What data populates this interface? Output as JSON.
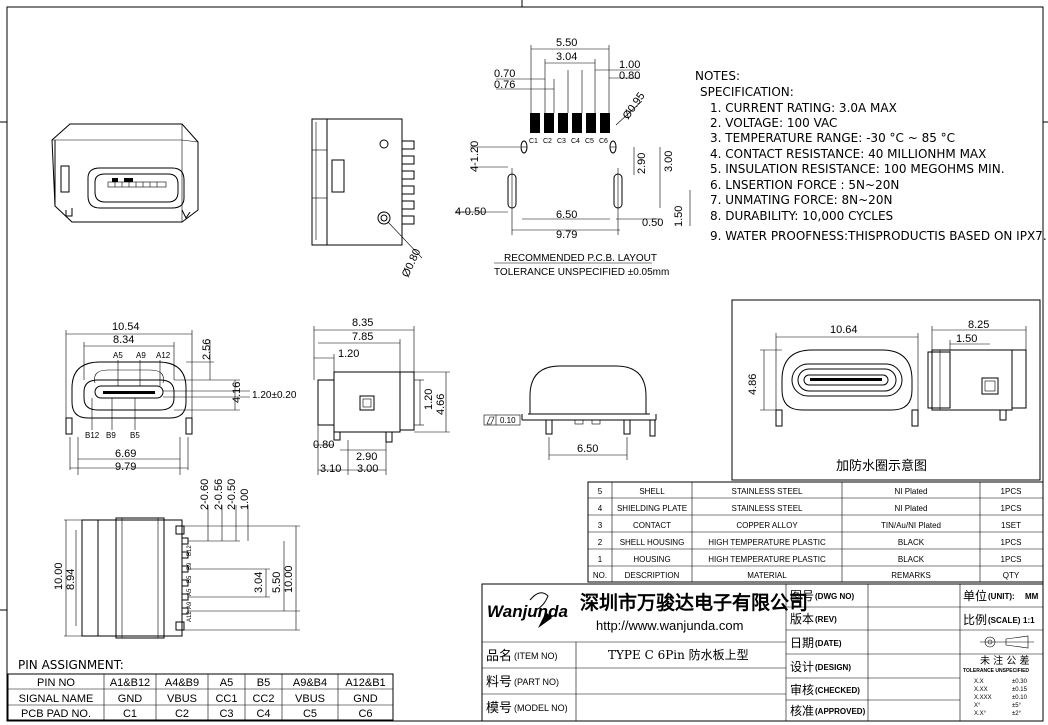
{
  "notes": {
    "heading": "NOTES:",
    "spec_label": "SPECIFICATION:",
    "items": [
      "1. CURRENT RATING: 3.0A MAX",
      "2. VOLTAGE: 100 VAC",
      "3. TEMPERATURE RANGE: -30 °C ~ 85 °C",
      "4. CONTACT RESISTANCE: 40 MILLIONHM MAX",
      "5. INSULATION RESISTANCE: 100 MEGOHMS MIN.",
      "6. LNSERTION FORCE : 5N~20N",
      "7. UNMATING FORCE: 8N~20N",
      "8. DURABILITY: 10,000 CYCLES",
      "9. WATER PROOFNESS:THISPRODUCTIS BASED ON IPX7."
    ]
  },
  "pcb_layout": {
    "title": "RECOMMENDED P.C.B. LAYOUT",
    "tolerance": "TOLERANCE UNSPECIFIED ±0.05mm",
    "dims": {
      "d550": "5.50",
      "d304": "3.04",
      "d100": "1.00",
      "d070": "0.70",
      "d080": "0.80",
      "d076": "0.76",
      "dia095": "Ø0.95",
      "d4_120": "4-1.20",
      "d290": "2.90",
      "d300": "3.00",
      "d4_050": "4-0.50",
      "d650": "6.50",
      "d050": "0.50",
      "d150": "1.50",
      "d979": "9.79"
    },
    "pads": [
      "C1",
      "C2",
      "C3",
      "C4",
      "C5",
      "C6"
    ]
  },
  "side_view": {
    "dia080": "Ø0.80"
  },
  "front_view": {
    "dims": {
      "d1054": "10.54",
      "d834": "8.34",
      "d256": "2.56",
      "d416": "4.16",
      "d120t": "1.20±0.20",
      "d669": "6.69",
      "d979": "9.79"
    },
    "top_pins": [
      "A5",
      "A9",
      "A12"
    ],
    "bottom_pins": [
      "B12",
      "B9",
      "B5"
    ]
  },
  "side2_view": {
    "dims": {
      "d835": "8.35",
      "d785": "7.85",
      "d120": "1.20",
      "d120v": "1.20",
      "d466": "4.66",
      "d080": "0.80",
      "d290": "2.90",
      "d310": "3.10",
      "d300": "3.00"
    }
  },
  "angled_view": {
    "flatness": "0.10",
    "d650": "6.50"
  },
  "waterproof_view": {
    "dims": {
      "d1064": "10.64",
      "d825": "8.25",
      "d150": "1.50",
      "d486": "4.86"
    },
    "caption": "加防水圈示意图"
  },
  "bottom_view": {
    "dims": {
      "d2_060": "2-0.60",
      "d2_056": "2-0.56",
      "d2_050": "2-0.50",
      "d100": "1.00",
      "d1000": "10.00",
      "d894": "8.94",
      "d304": "3.04",
      "d550": "5.50",
      "d1000r": "10.00"
    },
    "pin_labels": [
      "B12",
      "B9",
      "B5",
      "A5",
      "A9",
      "A12"
    ]
  },
  "pin_assignment": {
    "title": "PIN ASSIGNMENT:",
    "rows": [
      [
        "PIN NO",
        "A1&B12",
        "A4&B9",
        "A5",
        "B5",
        "A9&B4",
        "A12&B1"
      ],
      [
        "SIGNAL NAME",
        "GND",
        "VBUS",
        "CC1",
        "CC2",
        "VBUS",
        "GND"
      ],
      [
        "PCB PAD NO.",
        "C1",
        "C2",
        "C3",
        "C4",
        "C5",
        "C6"
      ]
    ]
  },
  "bom": {
    "rows": [
      [
        "5",
        "SHELL",
        "STAINLESS STEEL",
        "NI Plated",
        "1PCS"
      ],
      [
        "4",
        "SHIELDING PLATE",
        "STAINLESS STEEL",
        "NI Plated",
        "1PCS"
      ],
      [
        "3",
        "CONTACT",
        "COPPER ALLOY",
        "TIN/Au/NI Plated",
        "1SET"
      ],
      [
        "2",
        "SHELL HOUSING",
        "HIGH TEMPERATURE PLASTIC",
        "BLACK",
        "1PCS"
      ],
      [
        "1",
        "HOUSING",
        "HIGH TEMPERATURE PLASTIC",
        "BLACK",
        "1PCS"
      ]
    ],
    "header": [
      "NO.",
      "DESCRIPTION",
      "MATERIAL",
      "REMARKS",
      "QTY"
    ]
  },
  "title_block": {
    "company": "深圳市万骏达电子有限公司",
    "url": "http://www.wanjunda.com",
    "logo_text": "Wanjunda",
    "item_no_label": "品名",
    "item_no_en": "(ITEM NO)",
    "item_no_value": "TYPE C 6Pin 防水板上型",
    "part_no_label": "料号",
    "part_no_en": "(PART NO)",
    "model_no_label": "模号",
    "model_no_en": "(MODEL NO)",
    "dwg_label": "图号",
    "dwg_en": "(DWG NO)",
    "rev_label": "版本",
    "rev_en": "(REV)",
    "date_label": "日期",
    "date_en": "(DATE)",
    "design_label": "设计",
    "design_en": "(DESIGN)",
    "checked_label": "审核",
    "checked_en": "(CHECKED)",
    "approved_label": "核准",
    "approved_en": "(APPROVED)",
    "unit_label": "单位",
    "unit_en": "(UNIT):",
    "unit_value": "MM",
    "scale_label": "比例",
    "scale_en": "(SCALE)",
    "scale_value": "1:1",
    "tol_cn": "未 注 公 差",
    "tol_en": "TOLERANCE UNSPECIFIED",
    "tol_rows": [
      [
        "X.X",
        "±0.30"
      ],
      [
        "X.XX",
        "±0.15"
      ],
      [
        "X.XXX",
        "±0.10"
      ],
      [
        "X°",
        "±5°"
      ],
      [
        "X.X°",
        "±2°"
      ]
    ]
  }
}
